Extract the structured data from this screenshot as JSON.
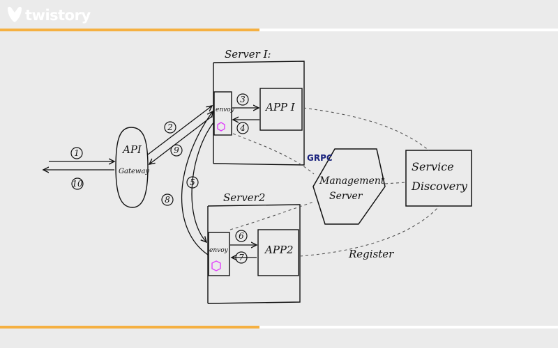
{
  "brand": {
    "logo_text": "twistory"
  },
  "colors": {
    "accent": "#f5b041",
    "line": "#111111",
    "dashed": "#555555",
    "grpc": "#1a237e",
    "proxy_icon": "#e040fb",
    "background": "#ebebeb"
  },
  "diagram": {
    "server1_label": "Server I:",
    "server2_label": "Server2",
    "app1_label": "APP I",
    "app2_label": "APP2",
    "envoy1_label": "envoy",
    "envoy2_label": "envoy",
    "api_gateway_line1": "API",
    "api_gateway_line2": "Gateway",
    "management_line1": "Management",
    "management_line2": "Server",
    "service_discovery_line1": "Service",
    "service_discovery_line2": "Discovery",
    "grpc_label": "GRPC",
    "register_label": "Register",
    "steps": [
      "1",
      "2",
      "3",
      "4",
      "5",
      "6",
      "7",
      "8",
      "9",
      "10"
    ]
  }
}
